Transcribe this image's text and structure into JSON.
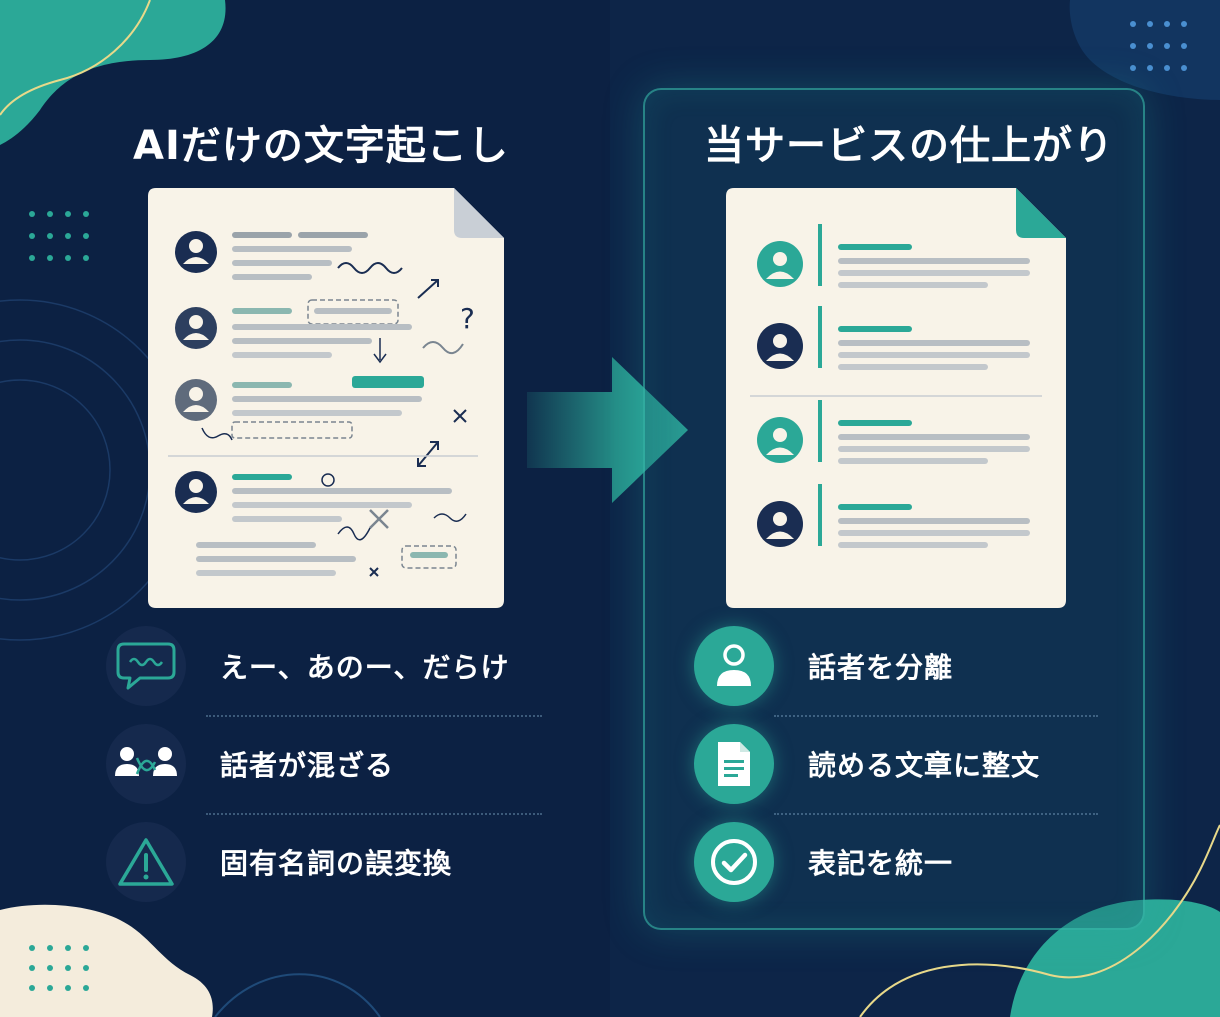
{
  "left": {
    "title": "AIだけの文字起こし",
    "features": [
      {
        "icon": "speech-bubble-icon",
        "label": "えー、あのー、だらけ"
      },
      {
        "icon": "speakers-mixed-icon",
        "label": "話者が混ざる"
      },
      {
        "icon": "warning-icon",
        "label": "固有名詞の誤変換"
      }
    ]
  },
  "right": {
    "title": "当サービスの仕上がり",
    "features": [
      {
        "icon": "person-icon",
        "label": "話者を分離"
      },
      {
        "icon": "document-icon",
        "label": "読める文章に整文"
      },
      {
        "icon": "check-circle-icon",
        "label": "表記を統一"
      }
    ]
  },
  "colors": {
    "background": "#0c2143",
    "accent": "#2ba897",
    "paper": "#f8f3e8",
    "ink": "#1a2d52"
  }
}
